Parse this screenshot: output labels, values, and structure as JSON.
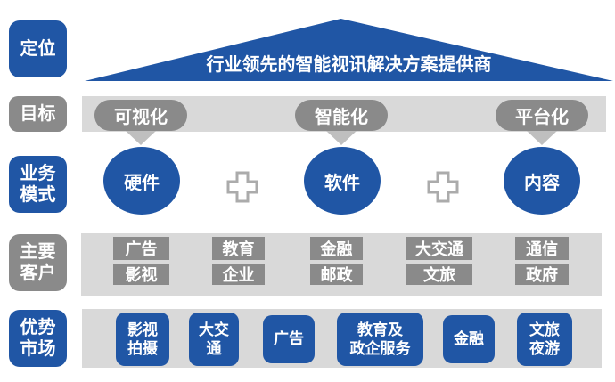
{
  "colors": {
    "accent_blue": "#2056A5",
    "dark_gray": "#8A8A8A",
    "band_gray": "#D9D9D9",
    "arrow_gray": "#BFBFBF",
    "plus_outline_gray": "#ABABAB"
  },
  "positioning": {
    "label": "定位",
    "banner": "行业领先的智能视讯解决方案提供商"
  },
  "goals": {
    "label": "目标",
    "pills": [
      "可视化",
      "智能化",
      "平台化"
    ]
  },
  "business_model": {
    "label": "业务\n模式",
    "circles": [
      "硬件",
      "软件",
      "内容"
    ]
  },
  "customers": {
    "label": "主要\n客户",
    "columns": [
      {
        "top": "广告",
        "bottom": "影视"
      },
      {
        "top": "教育",
        "bottom": "企业"
      },
      {
        "top": "金融",
        "bottom": "邮政"
      },
      {
        "top": "大交通",
        "bottom": "文旅"
      },
      {
        "top": "通信",
        "bottom": "政府"
      }
    ]
  },
  "markets": {
    "label": "优势\n市场",
    "boxes": [
      "影视\n拍摄",
      "大交\n通",
      "广告",
      "教育及\n政企服务",
      "金融",
      "文旅\n夜游"
    ]
  }
}
